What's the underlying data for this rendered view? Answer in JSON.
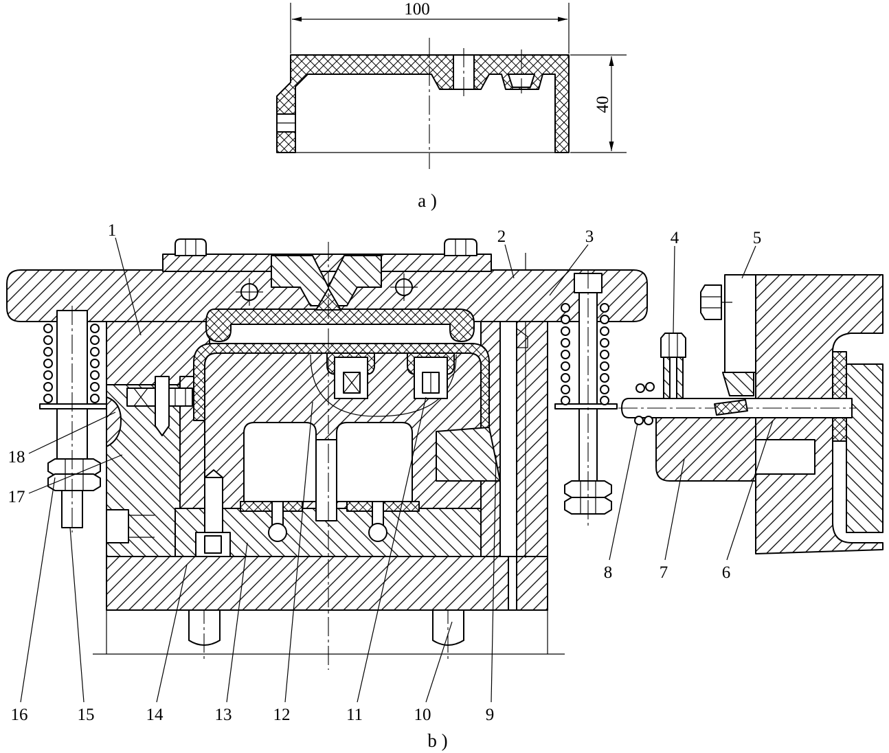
{
  "figure_a": {
    "dim_width": "100",
    "dim_height": "40",
    "caption": "a )"
  },
  "figure_b": {
    "caption": "b )",
    "labels": {
      "p1": "1",
      "p2": "2",
      "p3": "3",
      "p4": "4",
      "p5": "5",
      "p6": "6",
      "p7": "7",
      "p8": "8",
      "p9": "9",
      "p10": "10",
      "p11": "11",
      "p12": "12",
      "p13": "13",
      "p14": "14",
      "p15": "15",
      "p16": "16",
      "p17": "17",
      "p18": "18"
    }
  }
}
